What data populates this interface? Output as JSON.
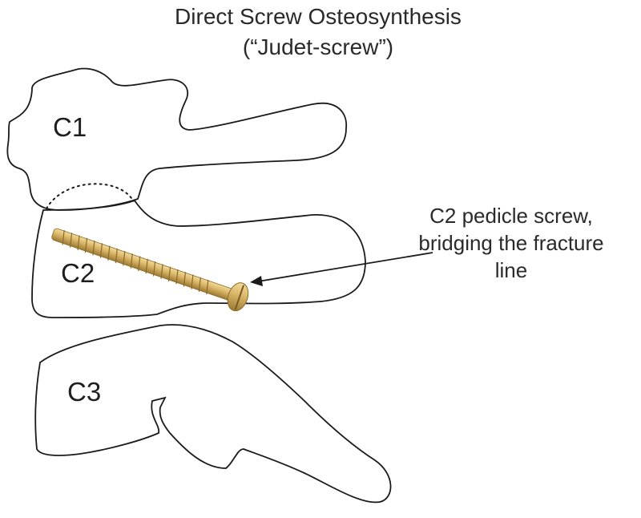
{
  "title_line1": "Direct Screw Osteosynthesis",
  "title_line2": "(“Judet-screw”)",
  "vertebrae": {
    "c1": "C1",
    "c2": "C2",
    "c3": "C3"
  },
  "annotation": {
    "line1": "C2 pedicle screw,",
    "line2": "bridging the fracture",
    "line3": "line"
  },
  "colors": {
    "outline": "#1a1a1a",
    "screw": "#c9a55a",
    "text": "#2a2a2a"
  }
}
